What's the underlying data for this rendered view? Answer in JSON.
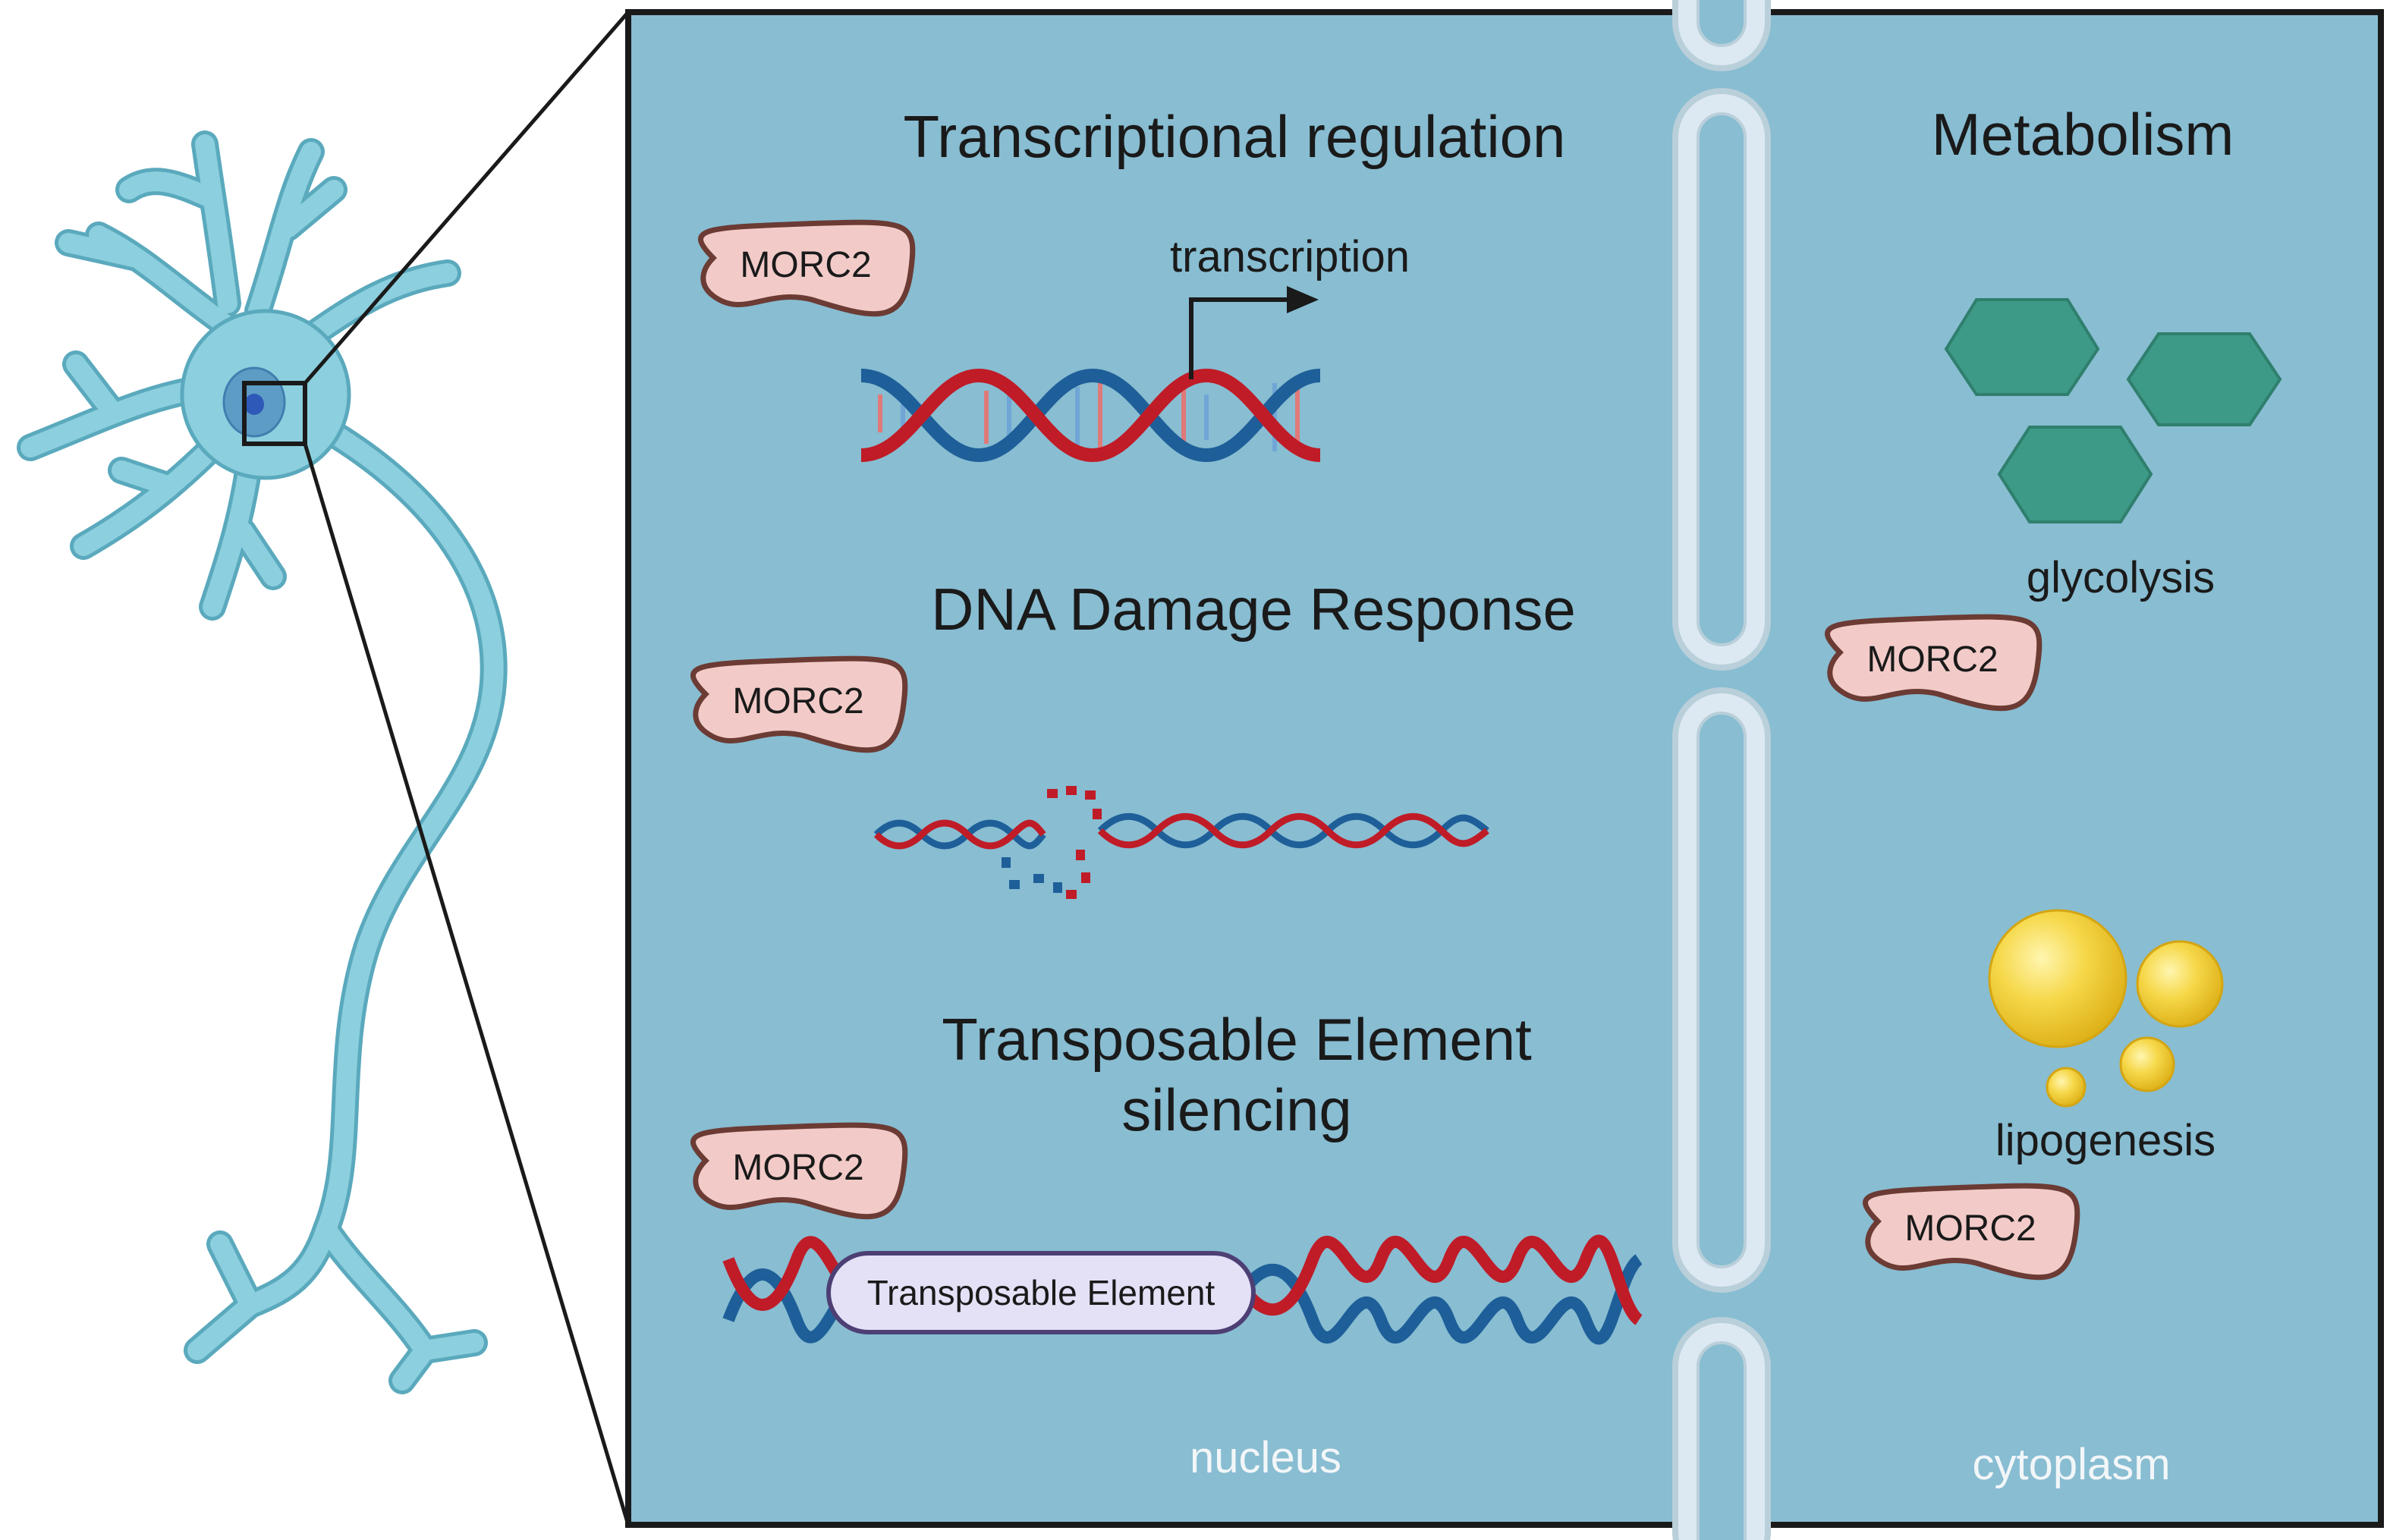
{
  "headings": {
    "transcriptional_regulation": "Transcriptional regulation",
    "dna_damage_response": "DNA Damage Response",
    "te_silencing_line1": "Transposable Element",
    "te_silencing_line2": "silencing",
    "metabolism": "Metabolism"
  },
  "labels": {
    "transcription": "transcription",
    "glycolysis": "glycolysis",
    "lipogenesis": "lipogenesis",
    "transposable_element": "Transposable Element",
    "morc2": "MORC2"
  },
  "regions": {
    "nucleus": "nucleus",
    "cytoplasm": "cytoplasm"
  },
  "colors": {
    "panel_background": "#88bdd2",
    "membrane": "#dce9f2",
    "neuron": "#8ccfde",
    "protein_fill": "#f2cbc8",
    "protein_outline": "#6b3b34",
    "dna_red": "#c01c27",
    "dna_blue": "#1e5f99",
    "hexagon": "#3d9a86",
    "lipid": "#f4cd34",
    "te_box": "#e4e0f6"
  },
  "icons": [
    "neuron-icon",
    "dna-helix-icon",
    "broken-dna-icon",
    "hexagon-icon",
    "lipid-droplet-icon",
    "protein-icon"
  ]
}
